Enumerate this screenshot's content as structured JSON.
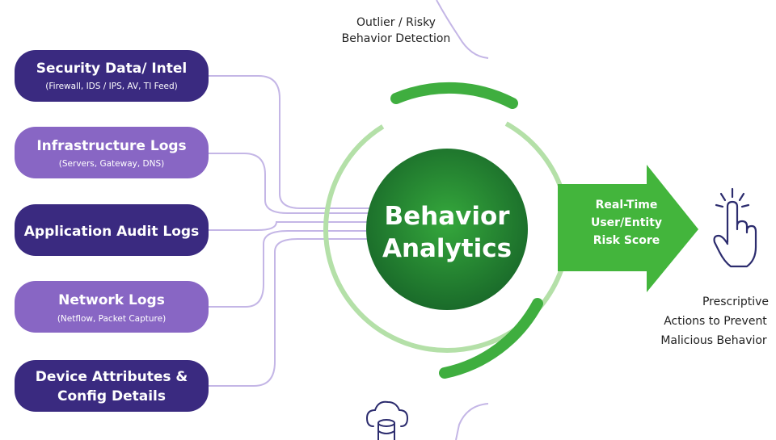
{
  "colors": {
    "dark_purple": "#3a2a80",
    "light_purple": "#8866c4",
    "connector": "#c4b6e6",
    "dark_green": "#1f7a31",
    "mid_green": "#3fae3f",
    "light_green": "#b4e0a8",
    "arrow_green": "#43b53c",
    "hand_blue": "#2c2c6e"
  },
  "sources": [
    {
      "title": "Security Data/ Intel",
      "subtitle": "(Firewall, IDS / IPS,  AV,  TI Feed)",
      "tone": "dark"
    },
    {
      "title": "Infrastructure Logs",
      "subtitle": "(Servers, Gateway, DNS)",
      "tone": "light"
    },
    {
      "title": "Application Audit Logs",
      "subtitle": "",
      "tone": "dark"
    },
    {
      "title": "Network Logs",
      "subtitle": "(Netflow, Packet Capture)",
      "tone": "light"
    },
    {
      "title": "Device Attributes &",
      "subtitle": "Config Details",
      "tone": "dark"
    }
  ],
  "center": {
    "line1": "Behavior",
    "line2": "Analytics"
  },
  "top_label": {
    "line1": "Outlier / Risky",
    "line2": "Behavior Detection"
  },
  "arrow": {
    "line1": "Real-Time",
    "line2": "User/Entity",
    "line3": "Risk Score"
  },
  "outcome": {
    "line1": "Prescriptive",
    "line2": "Actions to Prevent",
    "line3": "Malicious Behavior"
  },
  "icons": {
    "outcome_icon": "pointing-hand-icon",
    "bottom_icon": "cloud-database-icon"
  }
}
